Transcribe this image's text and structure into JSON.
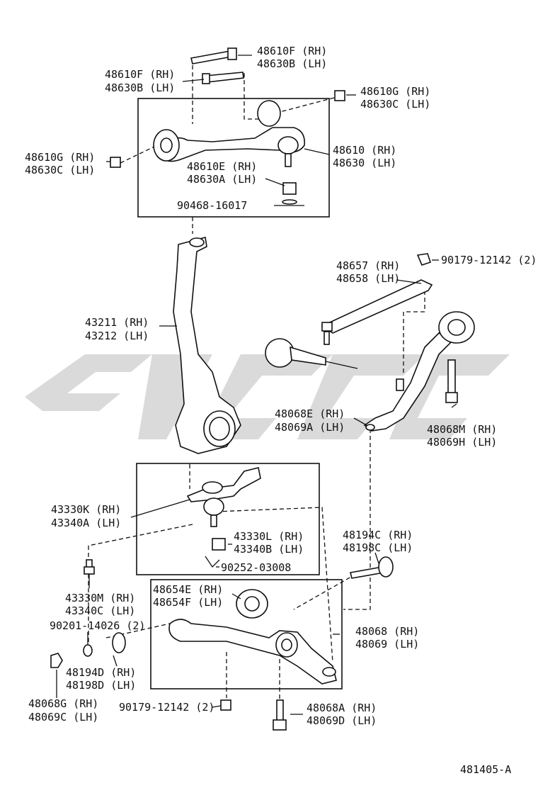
{
  "diagram": {
    "footer_code": "481405-A",
    "labels": {
      "upper_arm_bolt_top": [
        "48610F (RH)",
        "48630B (LH)"
      ],
      "upper_arm_bolt": [
        "48610F (RH)",
        "48630B (LH)"
      ],
      "upper_arm_nut_right": [
        "48610G (RH)",
        "48630C (LH)"
      ],
      "upper_arm_nut_left": [
        "48610G (RH)",
        "48630C (LH)"
      ],
      "upper_arm": [
        "48610 (RH)",
        "48630 (LH)"
      ],
      "upper_ball_joint_nut": [
        "48610E (RH)",
        "48630A (LH)"
      ],
      "upper_cotter_pin": [
        "90468-16017"
      ],
      "knuckle": [
        "43211 (RH)",
        "43212 (LH)"
      ],
      "strut_bar_bracket": [
        "48657 (RH)",
        "48658 (LH)"
      ],
      "strut_bar_nut": [
        "90179-12142 (2)"
      ],
      "strut_bar": [
        "48068E (RH)",
        "48069A (LH)"
      ],
      "strut_bar_bolt": [
        "48068M (RH)",
        "48069H (LH)"
      ],
      "lower_ball_joint": [
        "43330K (RH)",
        "43340A (LH)"
      ],
      "lower_ball_joint_nut": [
        "43330L (RH)",
        "43340B (LH)"
      ],
      "lower_cotter_pin": [
        "90252-03008"
      ],
      "camber_bolt": [
        "48194C (RH)",
        "48198C (LH)"
      ],
      "lower_ball_bolt": [
        "43330M (RH)",
        "43340C (LH)"
      ],
      "washer": [
        "90201-14026 (2)"
      ],
      "lower_arm_bushing": [
        "48654E (RH)",
        "48654F (LH)"
      ],
      "lower_arm": [
        "48068 (RH)",
        "48069 (LH)"
      ],
      "camber_cam": [
        "48194D (RH)",
        "48198D (LH)"
      ],
      "lower_arm_nut": [
        "48068G (RH)",
        "48069C (LH)"
      ],
      "lower_arm_bolt_nut": [
        "90179-12142 (2)"
      ],
      "lower_arm_bolt": [
        "48068A (RH)",
        "48069D (LH)"
      ]
    }
  }
}
